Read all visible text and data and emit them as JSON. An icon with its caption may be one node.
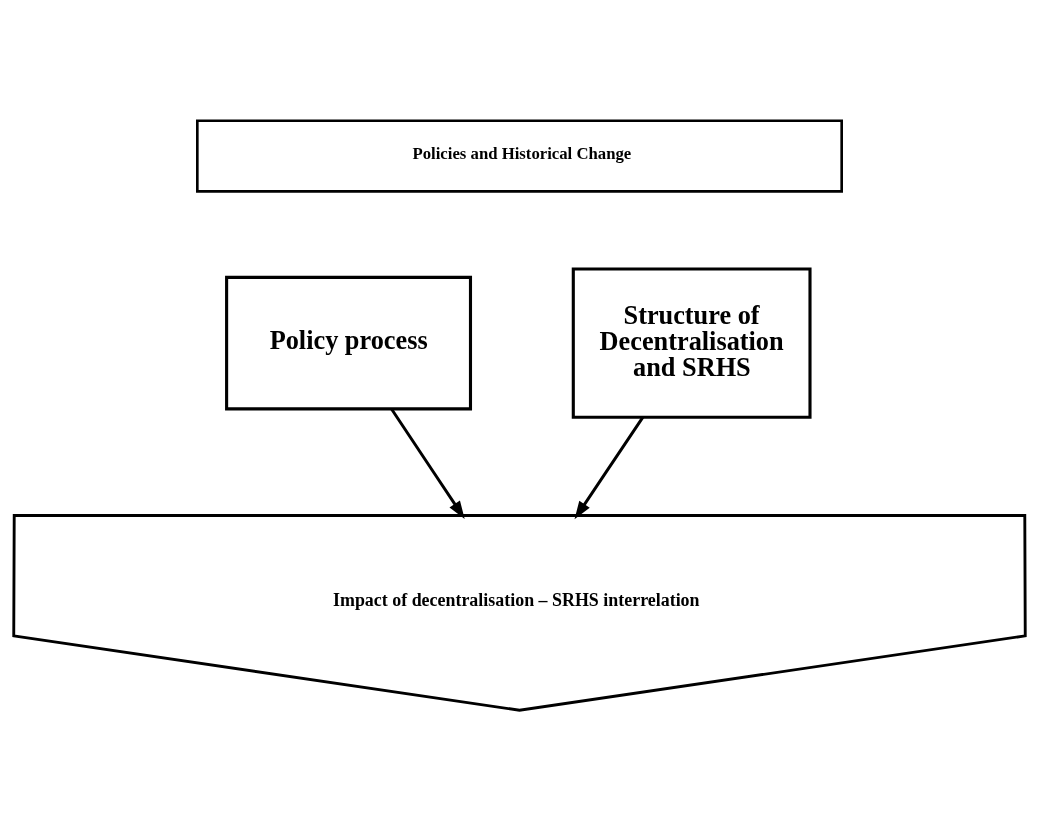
{
  "diagram": {
    "nodes": [
      {
        "text": [
          "Policies and Historical Change"
        ]
      },
      {
        "text": [
          "Policy process"
        ]
      },
      {
        "text": [
          "Structure of Decentralisation and SRHS"
        ]
      },
      {
        "text": [
          "Impact of decentralisation – SRHS interrelation"
        ]
      }
    ],
    "edges": [
      {
        "from": 1,
        "to": 3,
        "arrow": "to"
      },
      {
        "from": 2,
        "to": 3,
        "arrow": "to"
      }
    ]
  }
}
